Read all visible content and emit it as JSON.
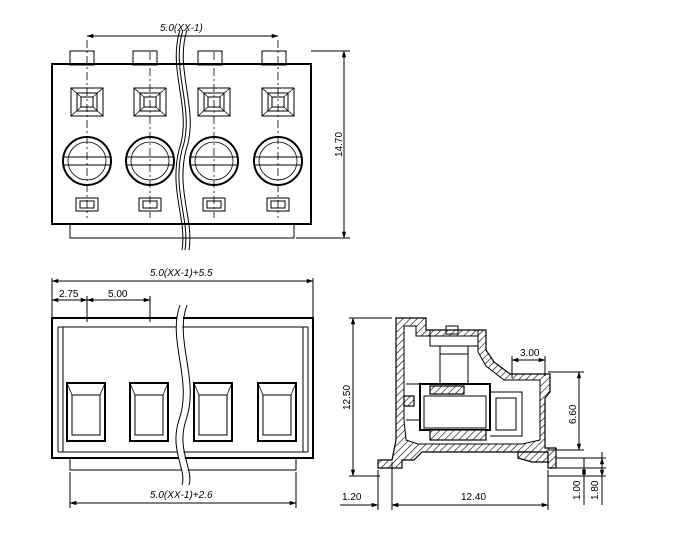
{
  "top_view": {
    "dim_pitch": "5.0(XX-1)",
    "dim_height": "14.70"
  },
  "front_view": {
    "dim_overall": "5.0(XX-1)+5.5",
    "dim_offset": "2.75",
    "dim_pitch": "5.00",
    "dim_bottom": "5.0(XX-1)+2.6"
  },
  "side_view": {
    "dim_height": "12.50",
    "dim_opening_width": "3.00",
    "dim_opening_height": "6.60",
    "dim_left_offset": "1.20",
    "dim_depth": "12.40",
    "dim_pin_1": "1.00",
    "dim_pin_2": "1.80"
  }
}
